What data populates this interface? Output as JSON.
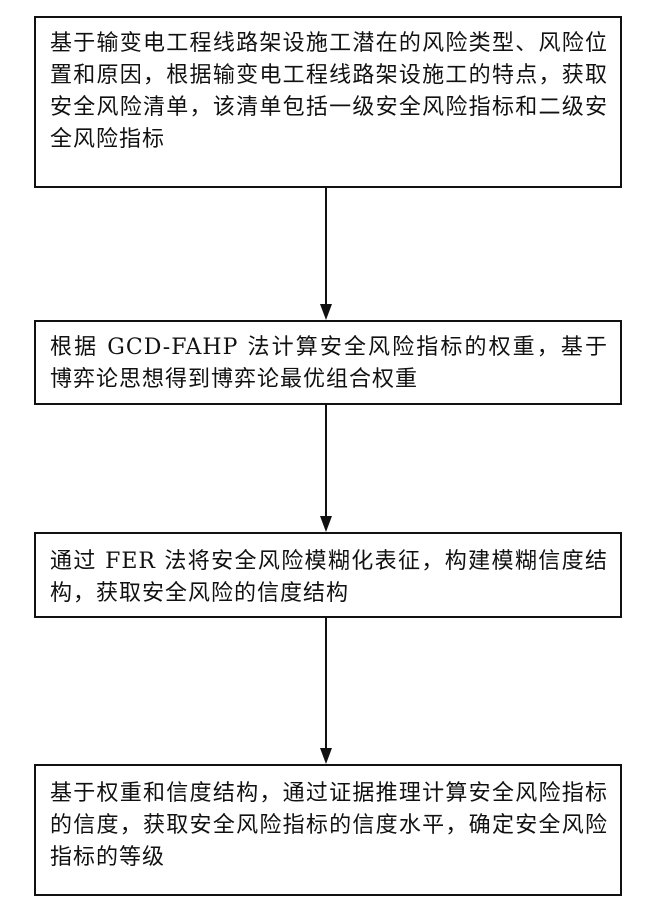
{
  "flowchart": {
    "steps": [
      {
        "text": "基于输变电工程线路架设施工潜在的风险类型、风险位置和原因，根据输变电工程线路架设施工的特点，获取安全风险清单，该清单包括一级安全风险指标和二级安全风险指标"
      },
      {
        "text": "根据 GCD-FAHP 法计算安全风险指标的权重，基于博弈论思想得到博弈论最优组合权重"
      },
      {
        "text": "通过 FER 法将安全风险模糊化表征，构建模糊信度结构，获取安全风险的信度结构"
      },
      {
        "text": "基于权重和信度结构，通过证据推理计算安全风险指标的信度，获取安全风险指标的信度水平，确定安全风险指标的等级"
      }
    ],
    "line_color": "#111111"
  }
}
